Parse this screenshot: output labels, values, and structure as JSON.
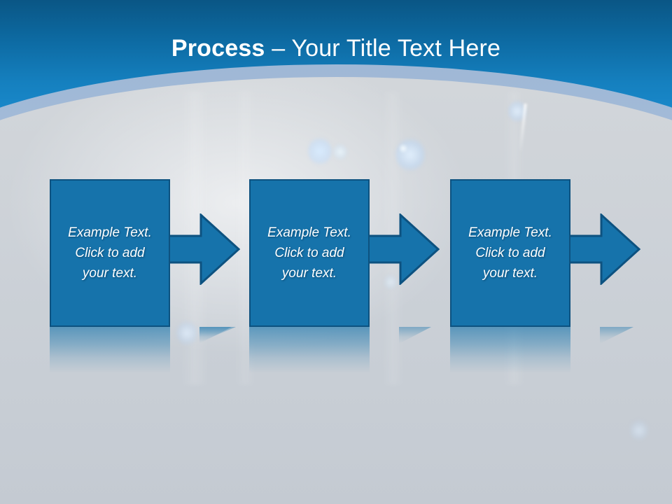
{
  "slide": {
    "title": {
      "bold_part": "Process",
      "rest_part": " – Your Title Text Here",
      "full": "Process – Your Title Text Here"
    },
    "theme": {
      "header_top_color": "#0a5685",
      "header_bottom_color": "#1c8ed2",
      "body_color": "#ccd1d6",
      "curve_band_color": "#a8bedb",
      "box_fill": "#1673ab",
      "box_border": "#0d5280",
      "arrow_fill": "#1673ab",
      "arrow_border": "#0d5280",
      "text_color": "#ffffff"
    },
    "process": {
      "steps": [
        {
          "id": "step-1",
          "text": "Example Text.\nClick  to add\nyour text."
        },
        {
          "id": "step-2",
          "text": "Example Text.\nClick  to add\nyour text."
        },
        {
          "id": "step-3",
          "text": "Example Text.\nClick  to add\nyour text."
        }
      ],
      "arrow_icon": "arrow-right-icon",
      "arrow_count": 3
    }
  }
}
